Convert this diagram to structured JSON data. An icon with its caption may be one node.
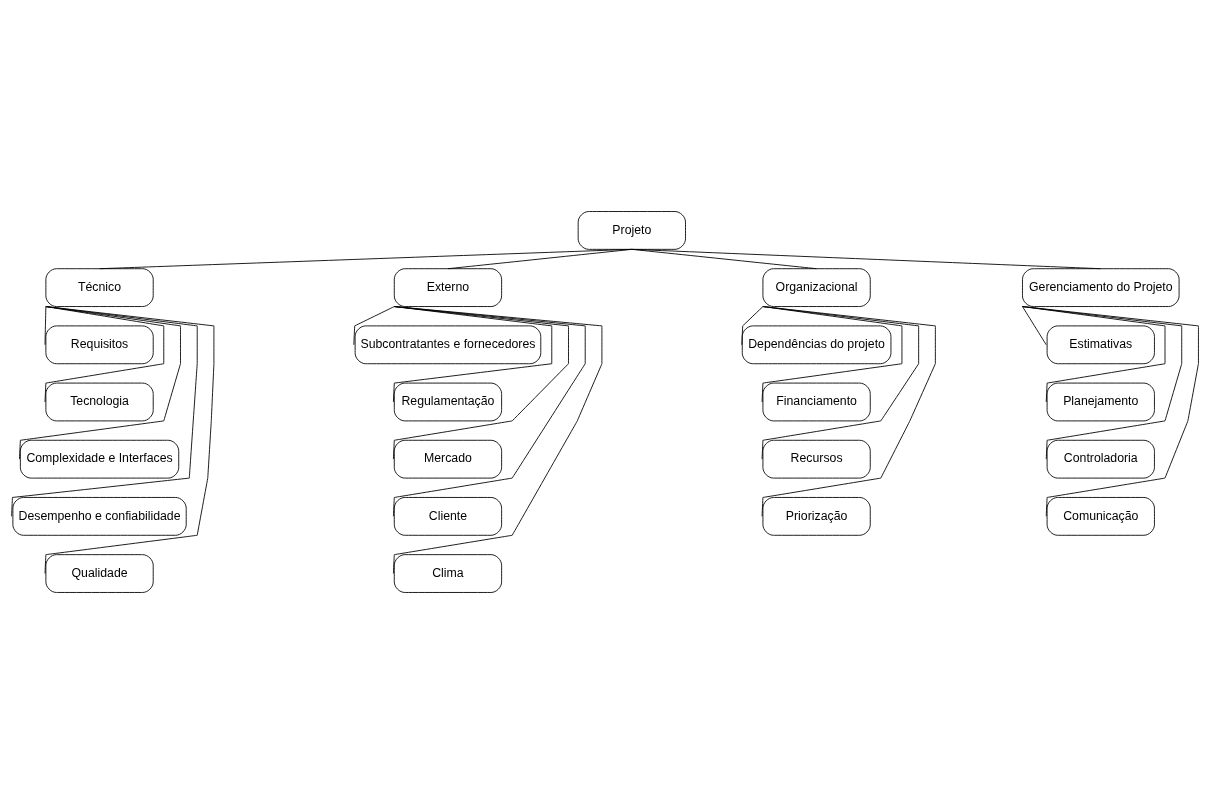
{
  "diagram": {
    "nodes": [
      {
        "text": [
          "Projeto"
        ]
      },
      {
        "text": [
          "Técnico"
        ]
      },
      {
        "text": [
          "Externo"
        ]
      },
      {
        "text": [
          "Organizacional"
        ]
      },
      {
        "text": [
          "Gerenciamento do Projeto"
        ]
      },
      {
        "text": [
          "Requisitos"
        ]
      },
      {
        "text": [
          "Tecnologia"
        ]
      },
      {
        "text": [
          "Complexidade e Interfaces"
        ]
      },
      {
        "text": [
          "Desempenho e confiabilidade"
        ]
      },
      {
        "text": [
          "Qualidade"
        ]
      },
      {
        "text": [
          "Subcontratantes e fornecedores"
        ]
      },
      {
        "text": [
          "Regulamentação"
        ]
      },
      {
        "text": [
          "Mercado"
        ]
      },
      {
        "text": [
          "Cliente"
        ]
      },
      {
        "text": [
          "Clima"
        ]
      },
      {
        "text": [
          "Dependências do projeto"
        ]
      },
      {
        "text": [
          "Financiamento"
        ]
      },
      {
        "text": [
          "Recursos"
        ]
      },
      {
        "text": [
          "Priorização"
        ]
      },
      {
        "text": [
          "Estimativas"
        ]
      },
      {
        "text": [
          "Planejamento"
        ]
      },
      {
        "text": [
          "Controladoria"
        ]
      },
      {
        "text": [
          "Comunicação"
        ]
      }
    ],
    "edges": [
      {
        "from": 0,
        "to": 1,
        "arrow": "none"
      },
      {
        "from": 0,
        "to": 2,
        "arrow": "none"
      },
      {
        "from": 0,
        "to": 3,
        "arrow": "none"
      },
      {
        "from": 0,
        "to": 4,
        "arrow": "none"
      },
      {
        "from": 1,
        "to": 5,
        "arrow": "none"
      },
      {
        "from": 1,
        "to": 6,
        "arrow": "none"
      },
      {
        "from": 1,
        "to": 7,
        "arrow": "none"
      },
      {
        "from": 1,
        "to": 8,
        "arrow": "none"
      },
      {
        "from": 1,
        "to": 9,
        "arrow": "none"
      },
      {
        "from": 2,
        "to": 10,
        "arrow": "none"
      },
      {
        "from": 2,
        "to": 11,
        "arrow": "none"
      },
      {
        "from": 2,
        "to": 12,
        "arrow": "none"
      },
      {
        "from": 2,
        "to": 13,
        "arrow": "none"
      },
      {
        "from": 2,
        "to": 14,
        "arrow": "none"
      },
      {
        "from": 3,
        "to": 15,
        "arrow": "none"
      },
      {
        "from": 3,
        "to": 16,
        "arrow": "none"
      },
      {
        "from": 3,
        "to": 17,
        "arrow": "none"
      },
      {
        "from": 3,
        "to": 18,
        "arrow": "none"
      },
      {
        "from": 4,
        "to": 19,
        "arrow": "none"
      },
      {
        "from": 4,
        "to": 20,
        "arrow": "none"
      },
      {
        "from": 4,
        "to": 21,
        "arrow": "none"
      },
      {
        "from": 4,
        "to": 22,
        "arrow": "none"
      }
    ]
  }
}
